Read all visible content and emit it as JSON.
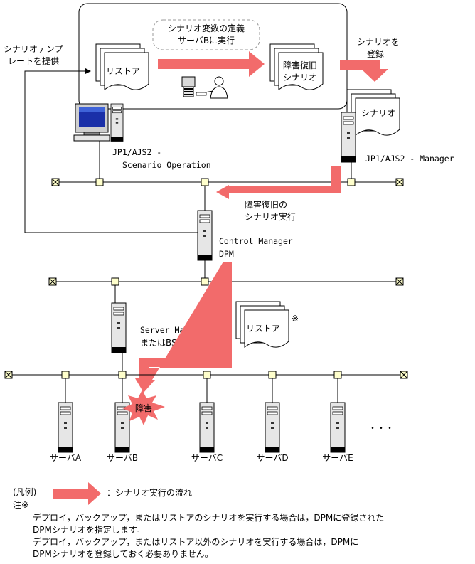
{
  "top_box": {
    "variable_def_line1": "シナリオ変数の定義",
    "variable_def_line2": "サーバBに実行",
    "restore_doc": "リストア",
    "recovery_doc_line1": "障害復旧",
    "recovery_doc_line2": "シナリオ"
  },
  "labels": {
    "template_line1": "シナリオテンプ",
    "template_line2": "レートを提供",
    "register_line1": "シナリオを",
    "register_line2": "登録",
    "scenario_doc": "シナリオ",
    "scenario_operation_line1": "JP1/AJS2 -",
    "scenario_operation_line2": "Scenario Operation",
    "ajs2_manager": "JP1/AJS2 - Manager",
    "execute_line1": "障害復旧の",
    "execute_line2": "シナリオ実行",
    "control_manager_line1": "Control Manager",
    "control_manager_line2": "DPM",
    "server_manager_line1": "Server Manager",
    "server_manager_line2": "またはBSM",
    "restore_doc2": "リストア",
    "note_mark": "※",
    "fault": "障害",
    "ellipsis": "・・・"
  },
  "servers": [
    "サーバA",
    "サーバB",
    "サーバC",
    "サーバD",
    "サーバE"
  ],
  "legend": {
    "title": "(凡例)",
    "flow_label": "：シナリオ実行の流れ",
    "note_title": "注※",
    "note_lines": [
      "デプロイ，バックアップ，またはリストアのシナリオを実行する場合は，DPMに登録された",
      "DPMシナリオを指定します。",
      "デプロイ，バックアップ，またはリストア以外のシナリオを実行する場合は，DPMに",
      "DPMシナリオを登録しておく必要ありません。"
    ]
  },
  "colors": {
    "flow_arrow": "#f26b6b",
    "fault_burst": "#f26b6b",
    "node": "#ffffcc",
    "terminator": "#ffffcc"
  }
}
